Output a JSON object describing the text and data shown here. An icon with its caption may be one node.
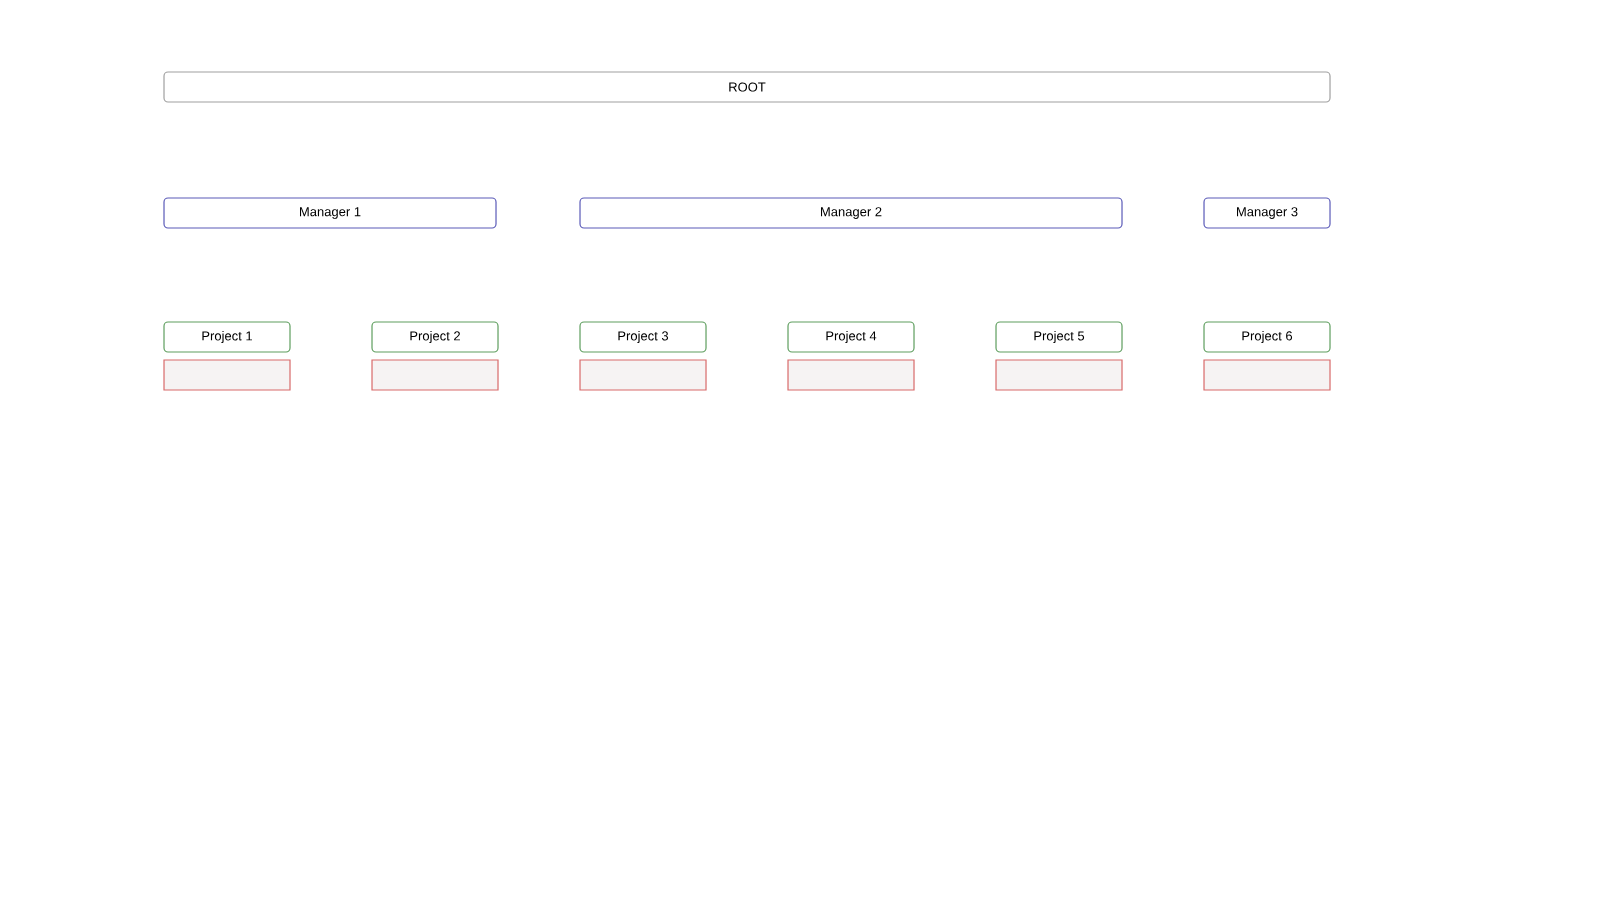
{
  "diagram": {
    "nodes": [
      {
        "text": [
          "ROOT"
        ]
      },
      {
        "text": [
          "Manager 1"
        ]
      },
      {
        "text": [
          "Manager 2"
        ]
      },
      {
        "text": [
          "Manager 3"
        ]
      },
      {
        "text": [
          "Project 1"
        ]
      },
      {
        "text": [
          "Project 2"
        ]
      },
      {
        "text": [
          "Project 3"
        ]
      },
      {
        "text": [
          "Project 4"
        ]
      },
      {
        "text": [
          "Project 5"
        ]
      },
      {
        "text": [
          "Project 6"
        ]
      },
      {
        "text": [],
        "shape": "box"
      },
      {
        "text": [],
        "shape": "box"
      },
      {
        "text": [],
        "shape": "box"
      },
      {
        "text": [],
        "shape": "box"
      },
      {
        "text": [],
        "shape": "box"
      },
      {
        "text": [],
        "shape": "box"
      }
    ],
    "edges": []
  }
}
